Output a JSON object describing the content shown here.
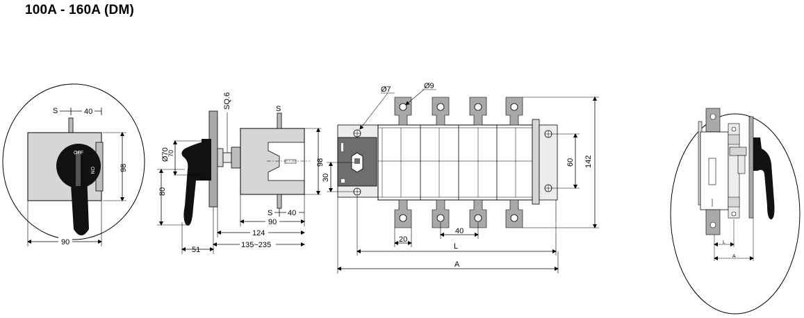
{
  "title": "100A - 160A (DM)",
  "labels": {
    "s": "S",
    "off": "OFF",
    "on": "ON",
    "sq6": "SQ.6",
    "d7": "Ø7",
    "d9": "Ø9",
    "dL": "L",
    "dA": "A"
  },
  "dims": {
    "d40a": "40",
    "d98a": "98",
    "d90a": "90",
    "d70": "Ø70",
    "d70b": "70",
    "d80": "80",
    "d51": "51",
    "d135": "135~235",
    "d124": "124",
    "d90b": "90",
    "d40b": "40",
    "d98b": "98",
    "d30": "30",
    "d20": "20",
    "d40c": "40",
    "d60": "60",
    "d142": "142"
  },
  "colors": {
    "body_grey": "#d6d6d6",
    "panel_grey": "#a9a9a9",
    "dark_grey": "#6e6e6e",
    "handle_black": "#111111",
    "terminal_light": "#ececec",
    "line": "#000000"
  }
}
